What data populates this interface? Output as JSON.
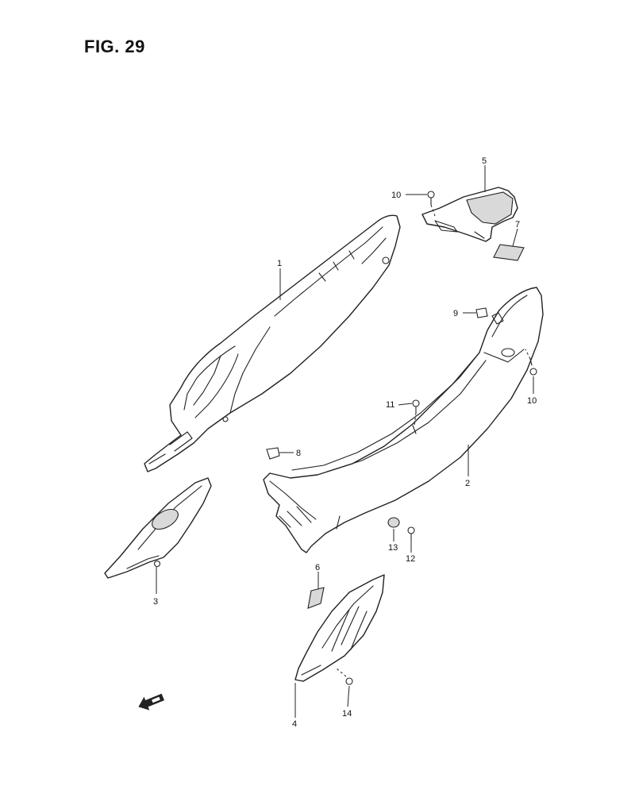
{
  "figure": {
    "title": "FIG. 29"
  },
  "callouts": [
    {
      "id": "c1",
      "label": "1"
    },
    {
      "id": "c2",
      "label": "2"
    },
    {
      "id": "c3",
      "label": "3"
    },
    {
      "id": "c4",
      "label": "4"
    },
    {
      "id": "c5",
      "label": "5"
    },
    {
      "id": "c6",
      "label": "6"
    },
    {
      "id": "c7",
      "label": "7"
    },
    {
      "id": "c8",
      "label": "8"
    },
    {
      "id": "c9",
      "label": "9"
    },
    {
      "id": "c10a",
      "label": "10"
    },
    {
      "id": "c10b",
      "label": "10"
    },
    {
      "id": "c11",
      "label": "11"
    },
    {
      "id": "c12",
      "label": "12"
    },
    {
      "id": "c13",
      "label": "13"
    },
    {
      "id": "c14",
      "label": "14"
    }
  ],
  "orientation_arrow": {
    "icon": "front-direction-arrow-icon"
  }
}
